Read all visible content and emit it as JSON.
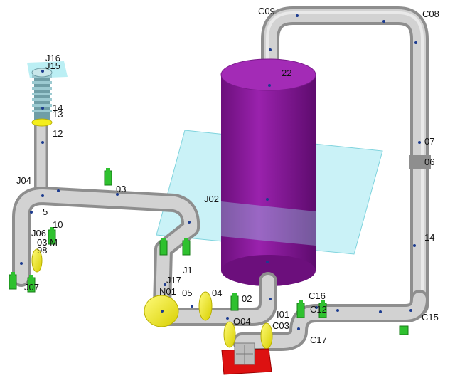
{
  "colors": {
    "pipe": "#c9c9c9",
    "pipe_shade": "#8e8e8e",
    "vessel": "#8d1a9e",
    "vessel_top": "#a32bb6",
    "plane": "#9ee8f0",
    "flange": "#f4ee1c",
    "support": "#2fc12f",
    "base": "#dd1111",
    "node_dot": "#1c3b8f",
    "bellows": "#6f9ea6"
  },
  "labels": {
    "c09": "C09",
    "c08": "C08",
    "j16": "J16",
    "j15": "J15",
    "n14a": "14",
    "n13": "13",
    "n12": "12",
    "n22": "22",
    "n07": "07",
    "n06": "06",
    "j04": "J04",
    "n03": "03",
    "j02": "J02",
    "n5": "5",
    "n10": "10",
    "j06": "J06",
    "n3m": "03 M",
    "n98": "98",
    "n14b": "14",
    "j1": "J1",
    "j07": "J07",
    "j17": "J17",
    "n01": "N01",
    "n05": "05",
    "n04": "04",
    "n02": "02",
    "c16": "C16",
    "i01": "I01",
    "c12": "C12",
    "o04": "O04",
    "c03": "C03",
    "c15": "C15",
    "c17": "C17"
  }
}
